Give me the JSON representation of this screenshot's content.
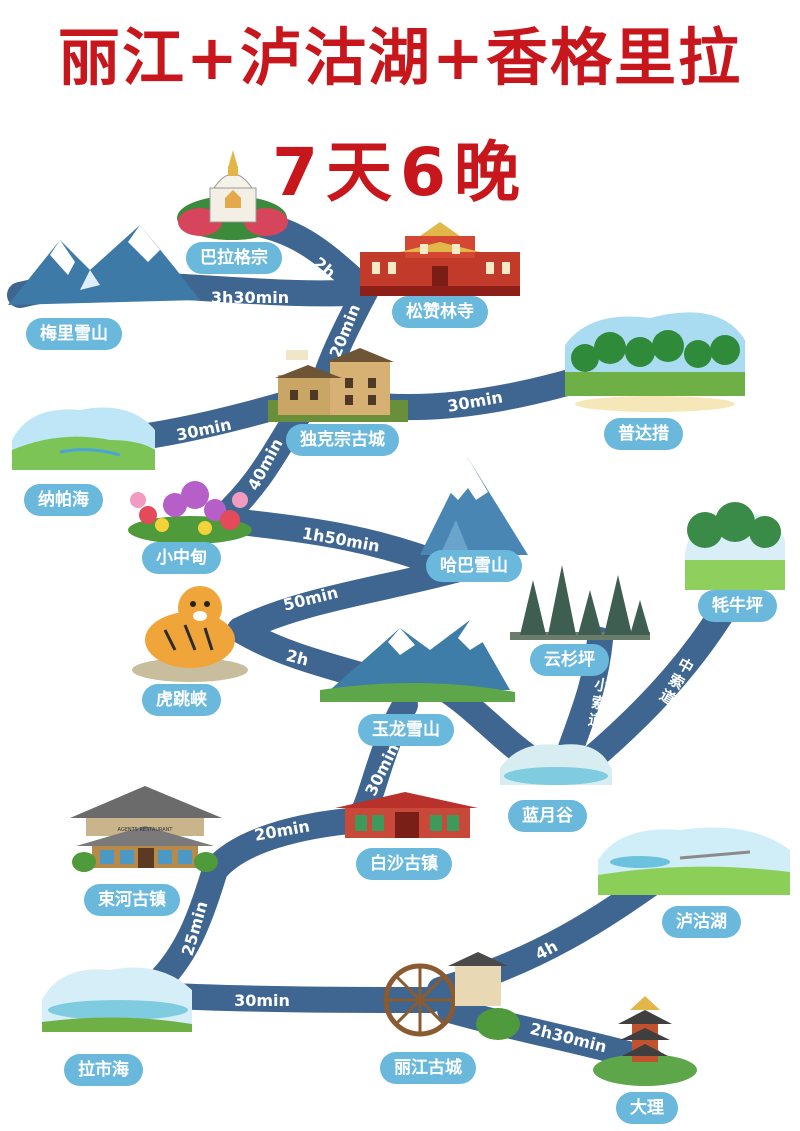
{
  "title_line1": "丽江+泸沽湖+香格里拉",
  "title_line2": "7天6晚",
  "colors": {
    "title": "#c8161d",
    "route": "#3e6690",
    "route_text": "#ffffff",
    "label_bg": "#6ab8dc",
    "label_text": "#ffffff"
  },
  "places": {
    "balage": "巴拉格宗",
    "songzanlin": "松赞林寺",
    "meili": "梅里雪山",
    "dukezong": "独克宗古城",
    "pudacuo": "普达措",
    "napahai": "纳帕海",
    "xiaozhongdian": "小中甸",
    "haba": "哈巴雪山",
    "maoniuping": "牦牛坪",
    "yunshanping": "云杉坪",
    "hutiaoxia": "虎跳峡",
    "yulong": "玉龙雪山",
    "lanyuegu": "蓝月谷",
    "shuhe": "束河古镇",
    "baisha": "白沙古镇",
    "luguhu": "泸沽湖",
    "lashihai": "拉市海",
    "lijiang": "丽江古城",
    "dali": "大理"
  },
  "routes": {
    "balage_songzanlin": "2h",
    "meili_songzanlin": "3h30min",
    "songzanlin_dukezong": "20min",
    "dukezong_pudacuo": "30min",
    "napahai_dukezong": "30min",
    "dukezong_xiaozhongdian": "40min",
    "xiaozhongdian_haba": "1h50min",
    "haba_hutiaoxia": "50min",
    "hutiaoxia_yulong": "2h",
    "lanyuegu_maoniuping": "中索道",
    "lanyuegu_yunshanping": "小索道",
    "yulong_baisha": "30min",
    "baisha_shuhe": "20min",
    "shuhe_lashihai": "25min",
    "lashihai_lijiang": "30min",
    "lijiang_luguhu": "4h",
    "lijiang_dali": "2h30min"
  },
  "signs": {
    "shuhe_sign": "AGENTS RESTAURANT"
  }
}
